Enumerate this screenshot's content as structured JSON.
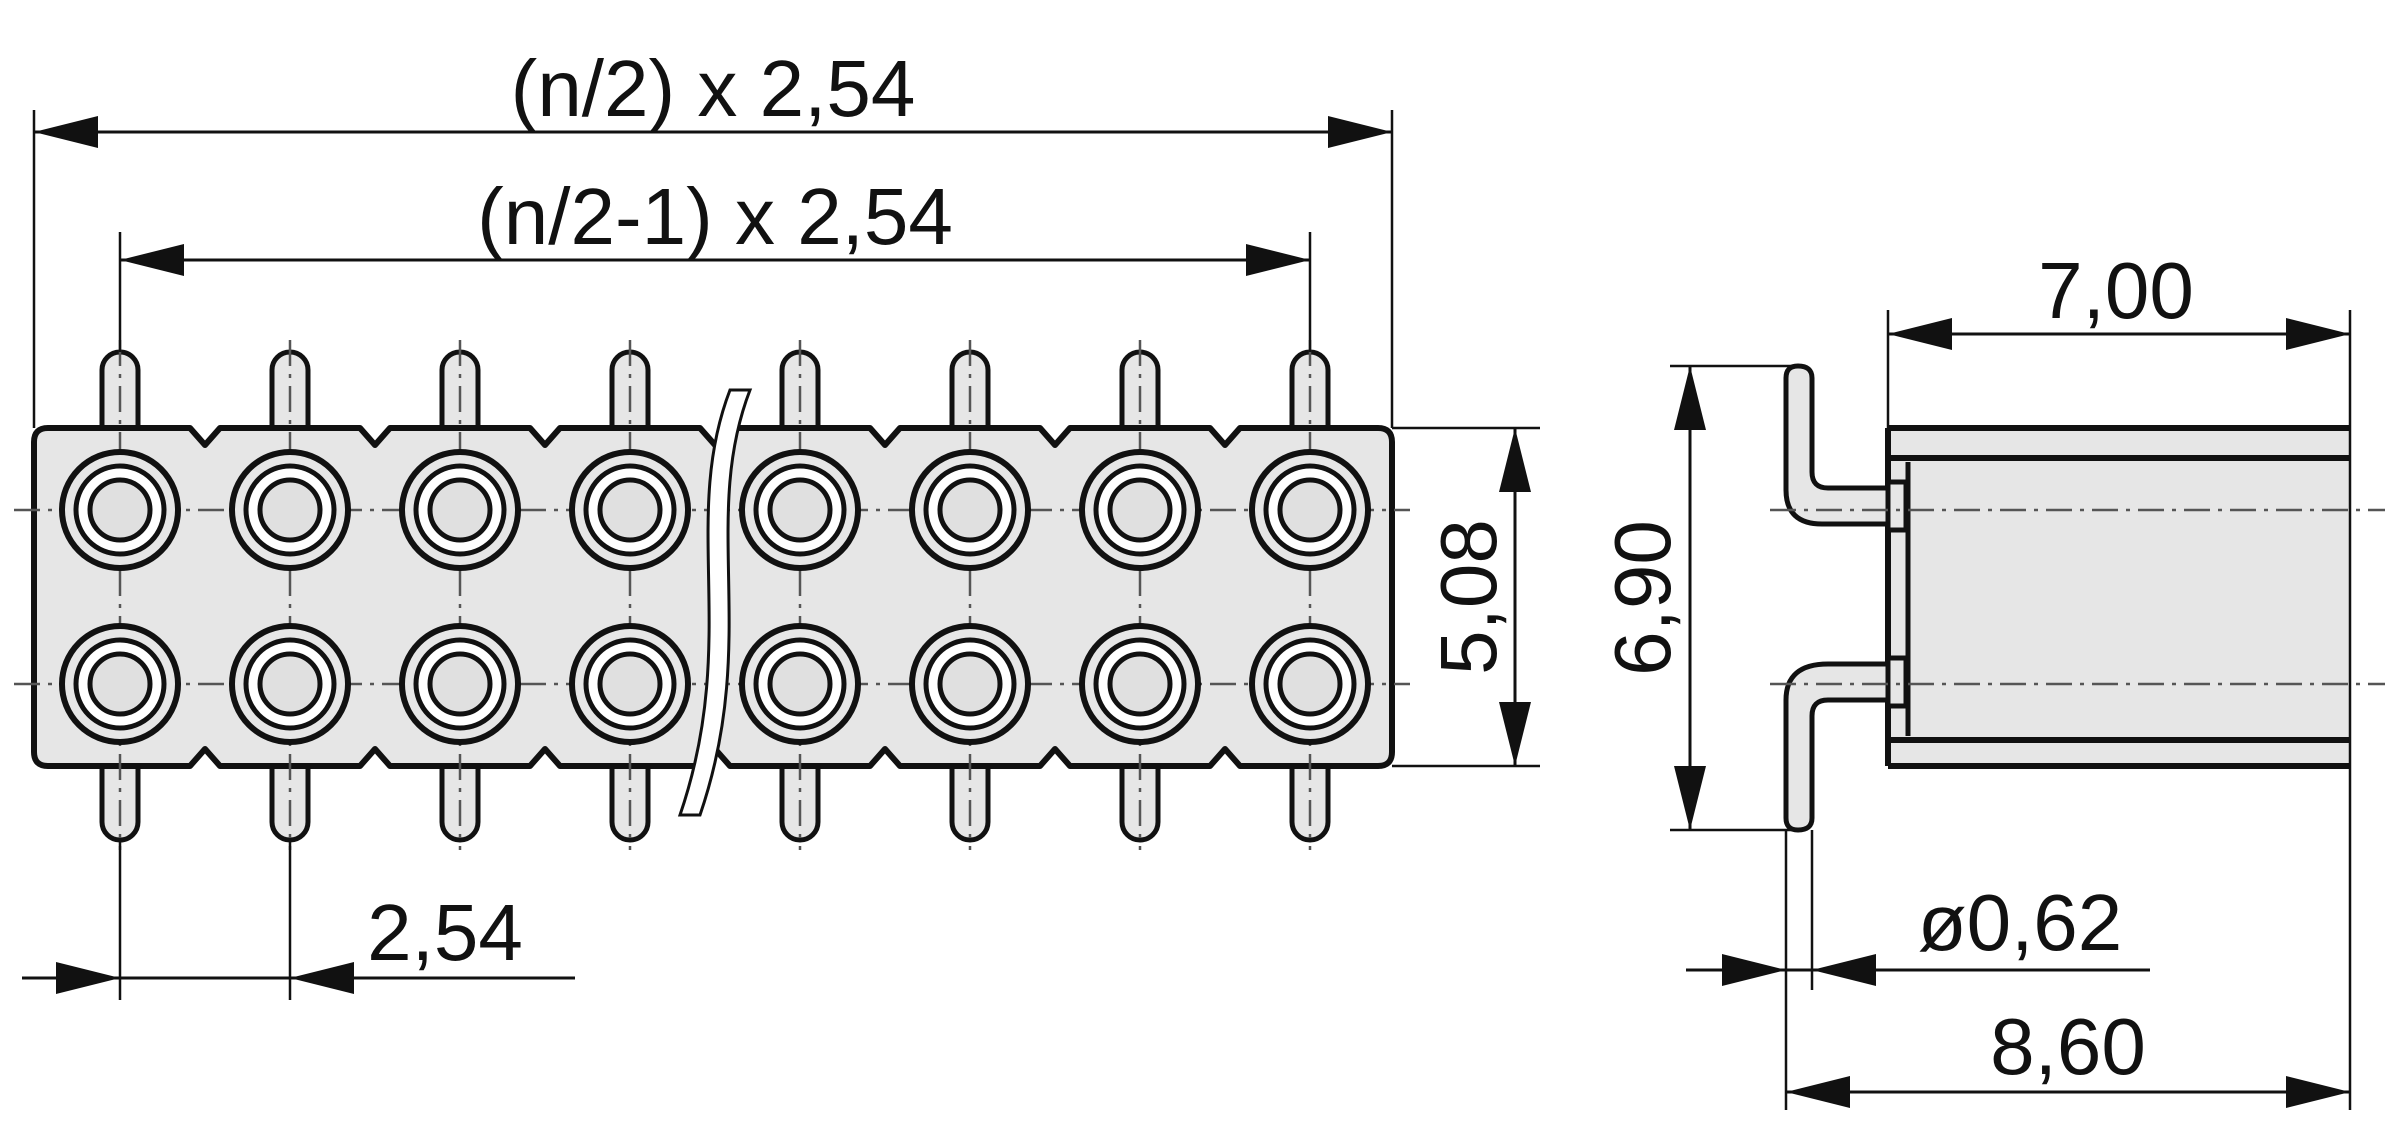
{
  "dimensions": {
    "overall_length": "(n/2) x 2,54",
    "pin_span": "(n/2-1) x 2,54",
    "pin_pitch": "2,54",
    "row_pitch": "5,08",
    "body_width_side": "7,00",
    "total_height": "6,90",
    "pin_diameter": "ø0,62",
    "overall_side_width": "8,60"
  }
}
